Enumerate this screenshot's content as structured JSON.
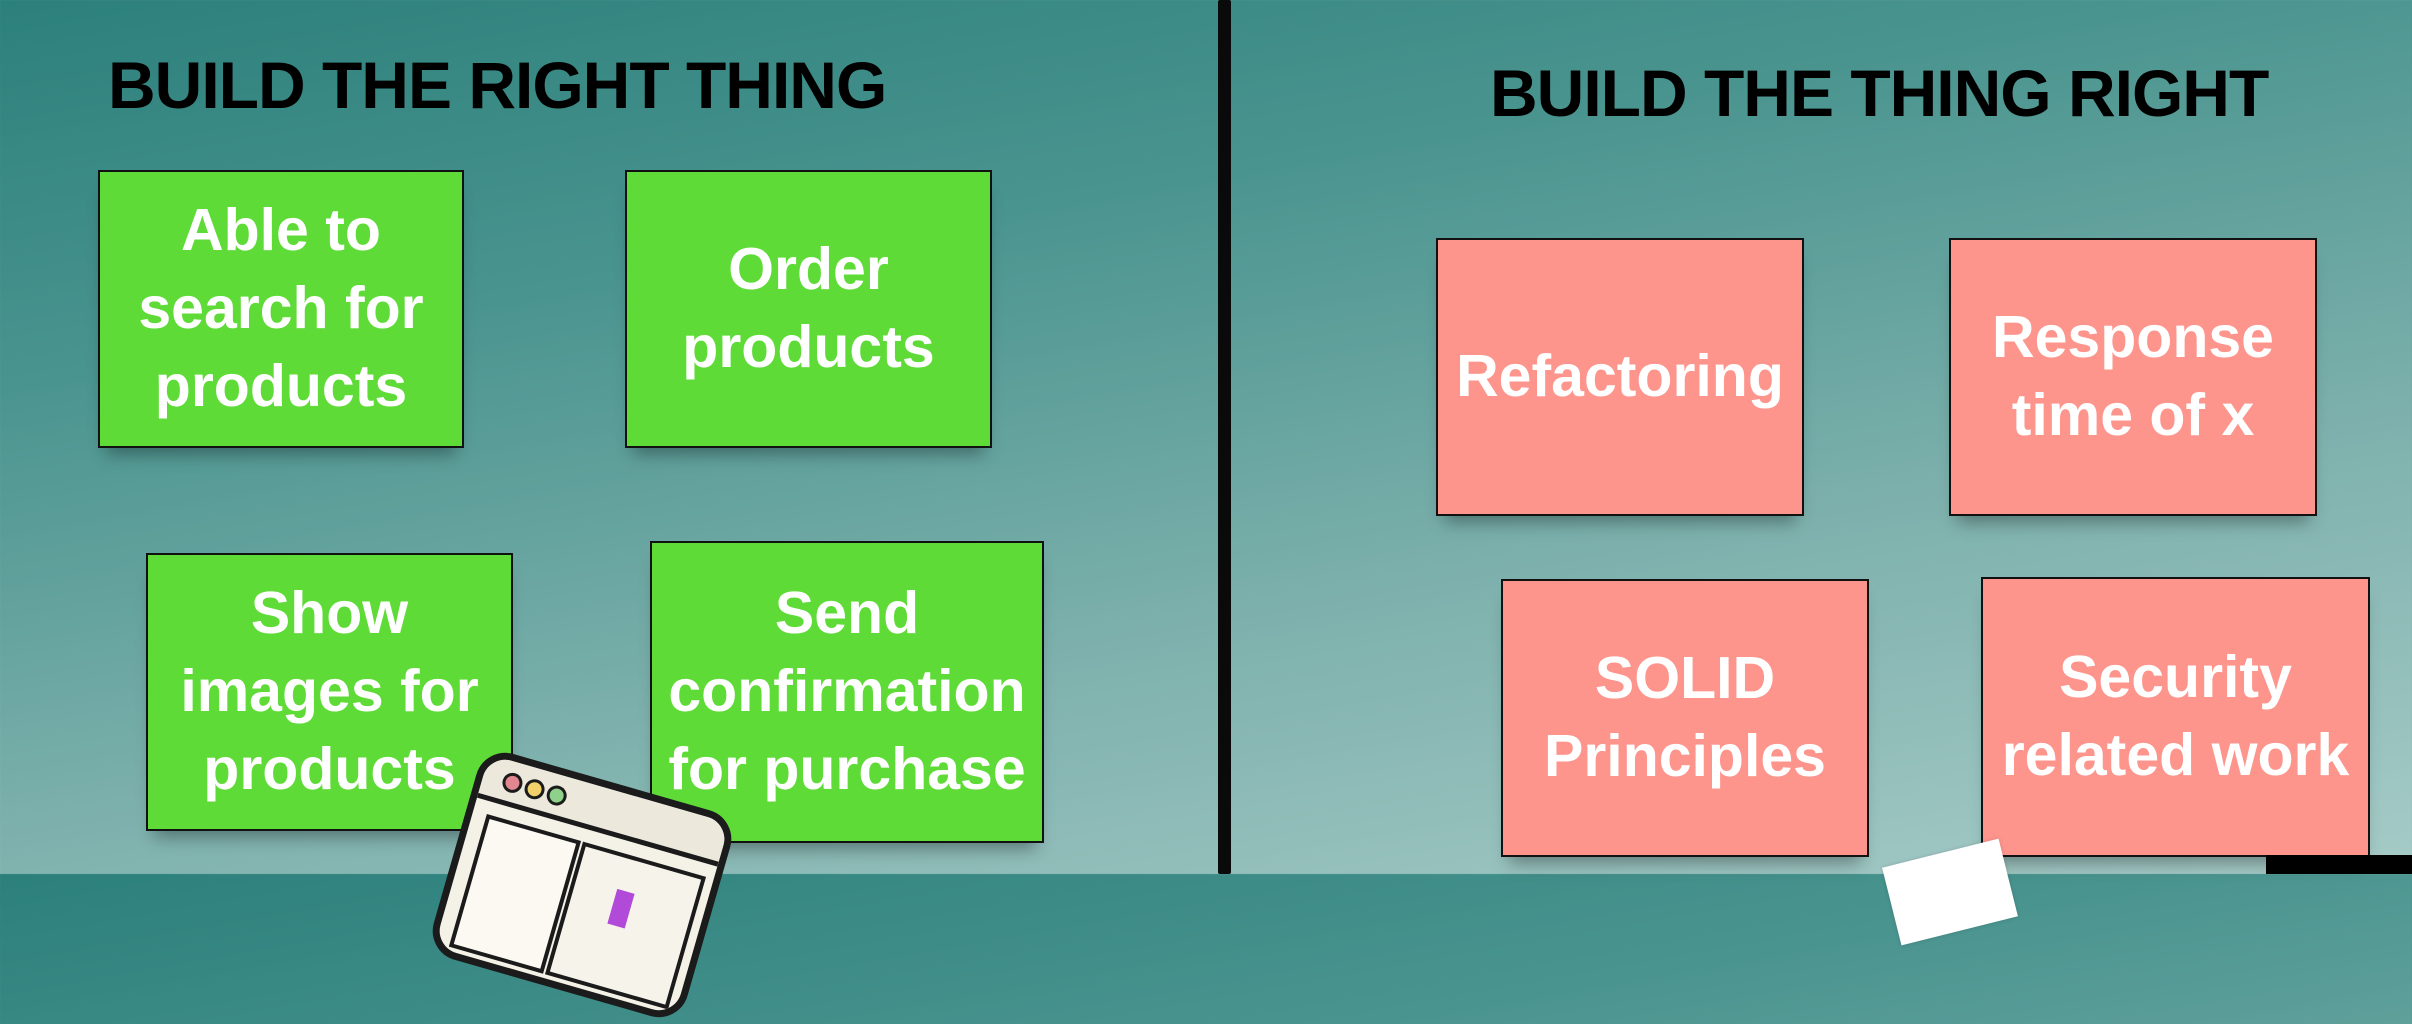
{
  "left": {
    "heading": "BUILD THE RIGHT THING",
    "notes": [
      "Able to\nsearch for\nproducts",
      "Order\nproducts",
      "Show\nimages for\nproducts",
      "Send\nconfirmation\nfor purchase"
    ],
    "note_color": "#5fdb38"
  },
  "right": {
    "heading": "BUILD THE THING RIGHT",
    "notes": [
      "Refactoring",
      "Response\ntime of x",
      "SOLID\nPrinciples",
      "Security\nrelated work"
    ],
    "note_color": "#fd958d"
  },
  "icons": [
    "browser-window-icon"
  ]
}
